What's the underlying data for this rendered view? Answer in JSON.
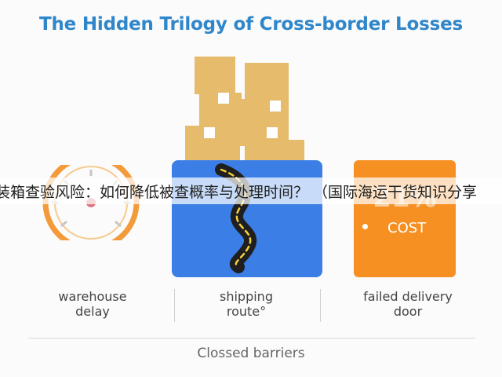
{
  "title": "The Hidden Trilogy of Cross-border Losses",
  "banner": "装箱查验风险：如何降低被查概率与处理时间？ （国际海运干货知识分享",
  "cost_card": {
    "percent": "21%",
    "label": "COST"
  },
  "columns": [
    {
      "line1": "warehouse",
      "line2": "delay"
    },
    {
      "line1": "shipping",
      "line2": "route°"
    },
    {
      "line1": "failed delivery",
      "line2": "door"
    }
  ],
  "footer": "Clossed barriers",
  "icons": [
    "stacked-boxes-icon",
    "clock-icon",
    "winding-road-icon"
  ],
  "colors": {
    "title": "#2f86c9",
    "blue_panel": "#3b7ee6",
    "orange_panel": "#f69022",
    "boxes": "#e6bb6c"
  }
}
